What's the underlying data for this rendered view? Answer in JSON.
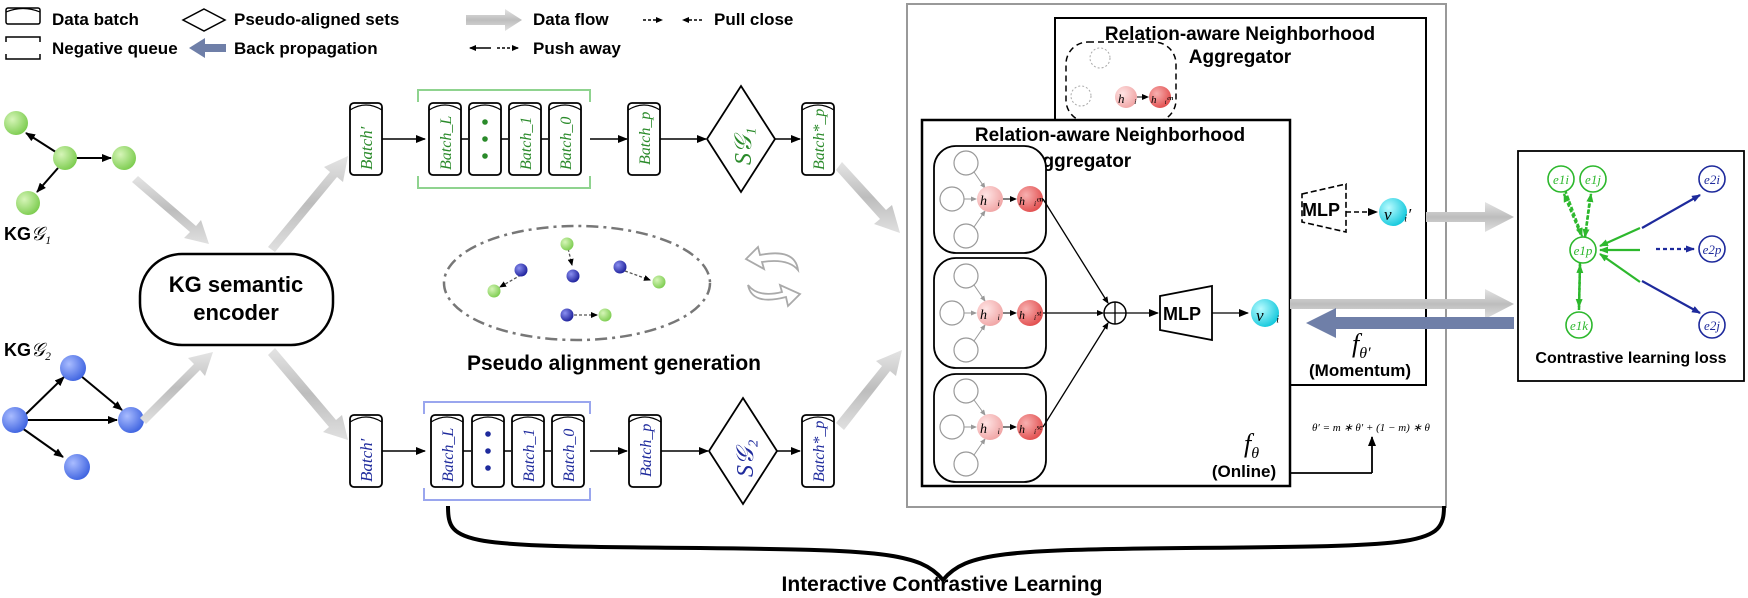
{
  "legend": {
    "data_batch": "Data batch",
    "negative_queue": "Negative queue",
    "pseudo_aligned_sets": "Pseudo-aligned sets",
    "back_propagation": "Back propagation",
    "data_flow": "Data flow",
    "push_away": "Push away",
    "pull_close": "Pull close"
  },
  "kg": {
    "kg1_prefix": "KG",
    "kg1_math": "𝒢₁",
    "kg2_prefix": "KG",
    "kg2_math": "𝒢₂",
    "encoder_line1": "KG semantic",
    "encoder_line2": "encoder"
  },
  "batches": {
    "batch_prime": "Batch′",
    "batch_L": "Batch_L",
    "batch_1": "Batch_1",
    "batch_0": "Batch_0",
    "batch_p": "Batch_p",
    "batch_p_star": "Batch*_p",
    "sg1": "S𝒢₁",
    "sg2": "S𝒢₂"
  },
  "pseudo": {
    "label": "Pseudo alignment generation"
  },
  "aggregator": {
    "title_line1": "Relation-aware Neighborhood",
    "title_line2": "Aggregator",
    "back_title_line1": "Relation-aware Neighborhood",
    "back_title_line2": "Aggregator",
    "h_i": "h⃗ᵢ",
    "h_en": "h⃗ᵢᵉⁿ",
    "h_st": "h⃗ᵢˢᵗ",
    "h_se": "h⃗ᵢˢᵉ",
    "mlp": "MLP",
    "mlp_momentum": "MLP",
    "v_i": "v⃗ᵢ",
    "v_i_prime": "v⃗ᵢ′",
    "f_theta": "f",
    "f_theta_sub": "θ",
    "online": "(Online)",
    "f_theta_prime": "f",
    "f_theta_prime_sub": "θ′",
    "momentum": "(Momentum)",
    "update_rule": "θ′ = m ∗ θ′ + (1 − m) ∗ θ"
  },
  "contrastive": {
    "e_1i": "e1i",
    "e_1j": "e1j",
    "e_1p": "e1p",
    "e_1k": "e1k",
    "e_2i": "e2i",
    "e_2p": "e2p",
    "e_2j": "e2j",
    "label": "Contrastive learning loss"
  },
  "footer": {
    "label": "Interactive Contrastive Learning"
  },
  "colors": {
    "green": "#8fd36a",
    "green_dark": "#2a8a2a",
    "blue": "#5a7de8",
    "blue_dark": "#1e2a9c",
    "arrow_gray": "#c8c8c8",
    "back_prop": "#6f7fa8",
    "cyan": "#1fd6e8",
    "red": "#e86060",
    "pink": "#f4b8b8"
  }
}
